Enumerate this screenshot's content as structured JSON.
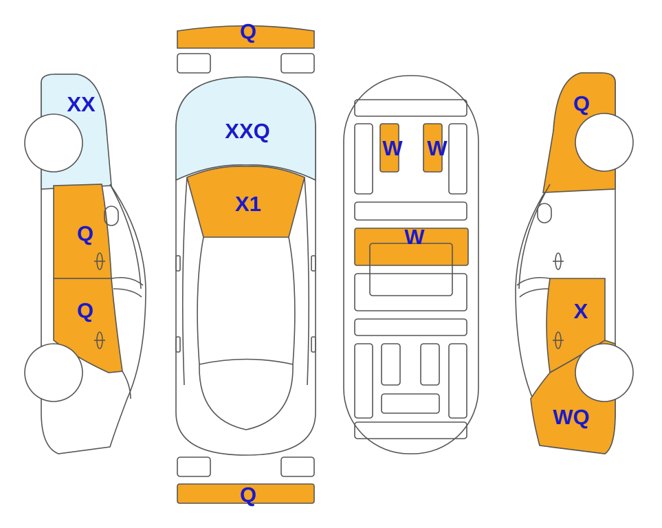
{
  "colors": {
    "damage_fill": "#f5a623",
    "glass_fill": "#dff3fb",
    "outline": "#555555",
    "label": "#1a1acc"
  },
  "labels": {
    "front_bumper": "Q",
    "rear_bumper": "Q",
    "windshield": "XXQ",
    "hood": "X1",
    "floor_left_seat": "W",
    "floor_right_seat": "W",
    "floor_crossmember": "W",
    "left_roof_pillar": "XX",
    "left_front_door": "Q",
    "left_rear_door": "Q",
    "right_roof_pillar": "Q",
    "right_rear_door": "X",
    "right_quarter_panel": "WQ"
  }
}
